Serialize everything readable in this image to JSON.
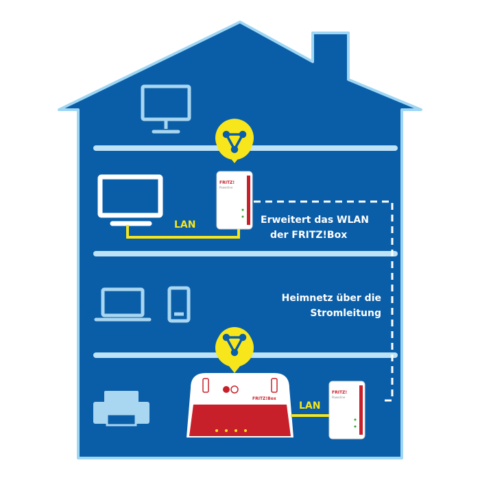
{
  "colors": {
    "house_fill": "#0a5ea8",
    "house_outline": "#9fd6f3",
    "floor_line": "#bfe3f6",
    "icon_stroke": "#a9d6f0",
    "lan_cable": "#f7e61c",
    "badge": "#f7e61c",
    "router_red": "#c8202a",
    "adapter_white": "#ffffff",
    "text": "#ffffff"
  },
  "icons": {
    "top_floor": [
      "desktop-monitor-icon"
    ],
    "second_floor": [
      "tv-icon"
    ],
    "third_floor": [
      "laptop-icon",
      "smartphone-icon"
    ],
    "ground_floor": [
      "printer-icon"
    ],
    "badge": "wifi-mesh-icon"
  },
  "labels": {
    "lan_upper": "LAN",
    "lan_lower": "LAN",
    "extends_wlan_line1": "Erweitert das WLAN",
    "extends_wlan_line2": "der FRITZ!Box",
    "powerline_line1": "Heimnetz über die",
    "powerline_line2": "Stromleitung"
  },
  "devices": {
    "adapter_brand": "FRITZ!",
    "adapter_sub": "Powerline",
    "router_brand": "FRITZ!Box"
  }
}
